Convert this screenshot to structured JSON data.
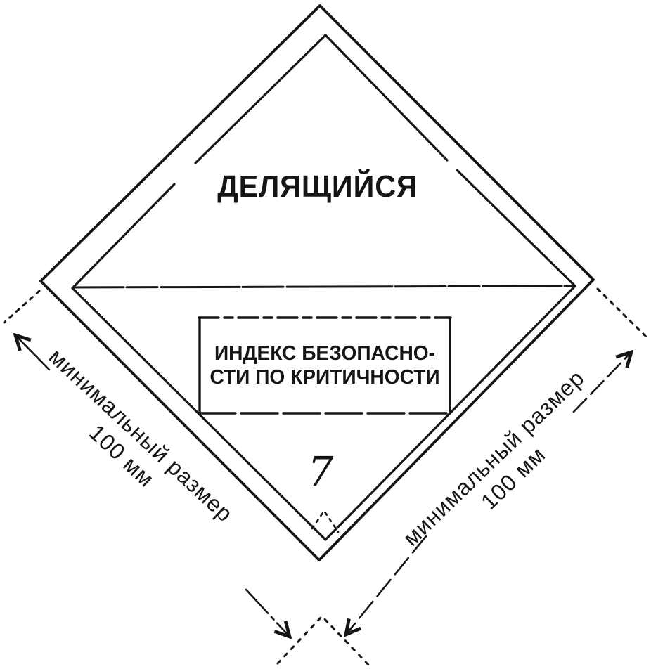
{
  "diagram": {
    "label_title": "ДЕЛЯЩИЙСЯ",
    "index_box": {
      "line1": "ИНДЕКС БЕЗОПАСНО-",
      "line2": "СТИ ПО КРИТИЧНОСТИ"
    },
    "class_number": "7",
    "left_dimension": {
      "line1": "минимальный размер",
      "line2": "100 мм"
    },
    "right_dimension": {
      "line1": "минимальный размер",
      "line2": "100 мм"
    },
    "colors": {
      "ink": "#151515",
      "background": "#ffffff"
    }
  }
}
